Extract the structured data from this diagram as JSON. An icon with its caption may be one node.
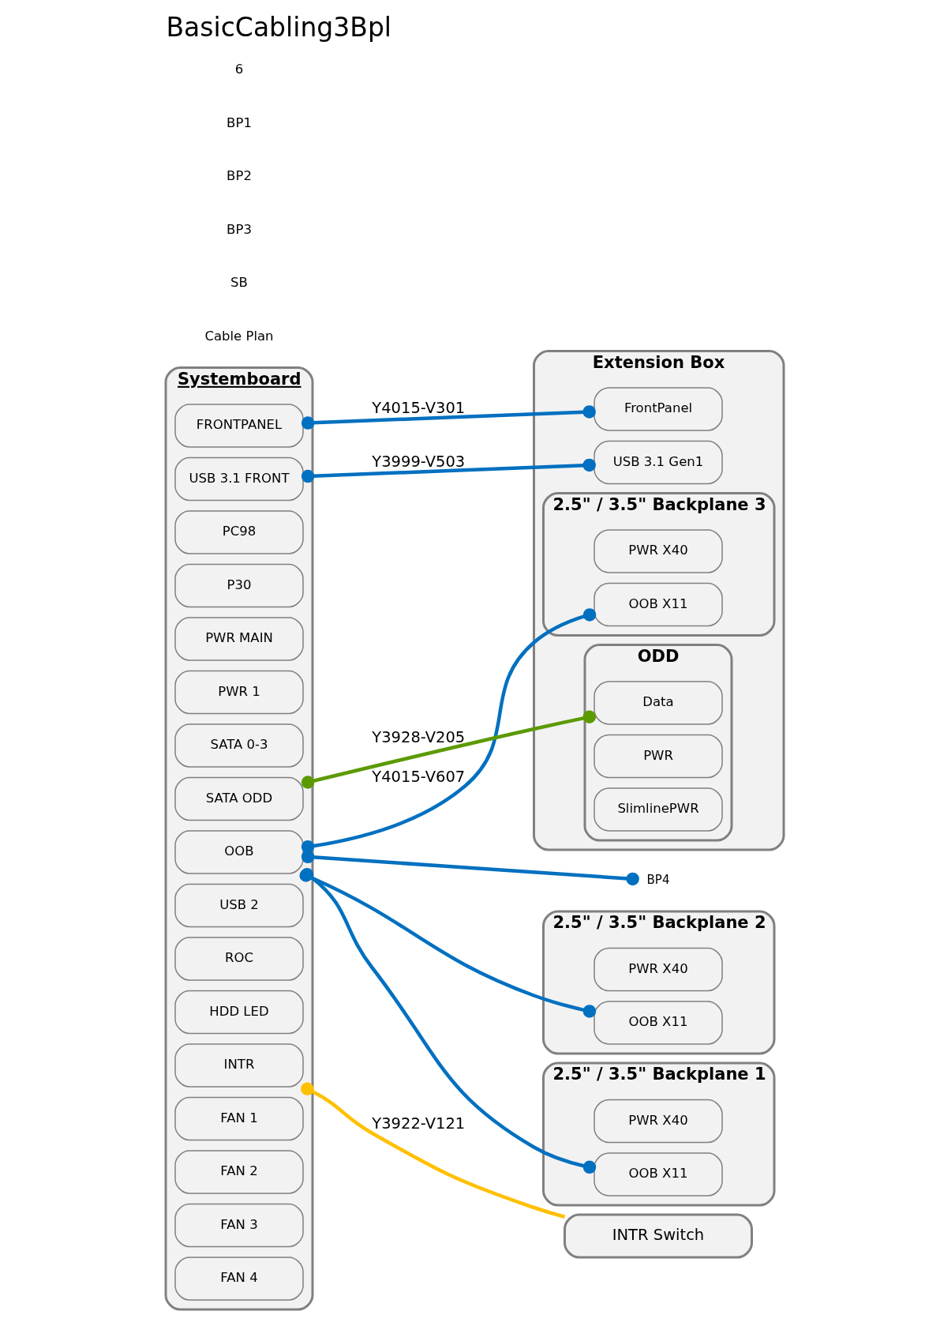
{
  "diagram": {
    "title": "BasicCabling3Bpl",
    "nodes": [
      {
        "text": [
          "Systemboard"
        ]
      },
      {
        "text": [
          "FRONTPANEL"
        ],
        "in": 0
      },
      {
        "text": [
          "USB 3.1 FRONT"
        ],
        "in": 0
      },
      {
        "text": [
          "PC98"
        ],
        "in": 0
      },
      {
        "text": [
          "P30"
        ],
        "in": 0
      },
      {
        "text": [
          "PWR MAIN"
        ],
        "in": 0
      },
      {
        "text": [
          "PWR 1"
        ],
        "in": 0
      },
      {
        "text": [
          "SATA 0-3"
        ],
        "in": 0
      },
      {
        "text": [
          "OOB"
        ],
        "in": 0
      },
      {
        "text": [
          "SATA ODD"
        ],
        "in": 0
      },
      {
        "text": [
          "USB 2"
        ],
        "in": 0
      },
      {
        "text": [
          "ROC"
        ],
        "in": 0
      },
      {
        "text": [
          "HDD LED"
        ],
        "in": 0
      },
      {
        "text": [
          "INTR"
        ],
        "in": 0
      },
      {
        "text": [
          "FAN 1"
        ],
        "in": 0
      },
      {
        "text": [
          "FAN 2"
        ],
        "in": 0
      },
      {
        "text": [
          "FAN 3"
        ],
        "in": 0
      },
      {
        "text": [
          "FAN 4"
        ],
        "in": 0
      },
      {
        "text": [
          "Extension Box"
        ]
      },
      {
        "text": [
          "FrontPanel"
        ],
        "in": 18
      },
      {
        "text": [
          "USB 3.1 Gen1"
        ],
        "in": 18
      },
      {
        "text": [
          "ODD"
        ],
        "in": 18
      },
      {
        "text": [
          "Data"
        ],
        "in": 21
      },
      {
        "text": [
          "PWR"
        ],
        "in": 21
      },
      {
        "text": [
          "SlimlinePWR"
        ],
        "in": 21
      },
      {
        "text": [
          "BP4"
        ]
      },
      {
        "text": [
          "2.5\" / 3.5\" Backplane 3"
        ],
        "in": 18
      },
      {
        "text": [
          "PWR X40"
        ],
        "in": 26
      },
      {
        "text": [
          "OOB X11"
        ],
        "in": 26
      },
      {
        "text": [
          "2.5\" / 3.5\" Backplane 2"
        ]
      },
      {
        "text": [
          "PWR X40"
        ],
        "in": 29
      },
      {
        "text": [
          "OOB X11"
        ],
        "in": 29
      },
      {
        "text": [
          "2.5\" / 3.5\" Backplane 1"
        ]
      },
      {
        "text": [
          "PWR X40"
        ],
        "in": 32
      },
      {
        "text": [
          "OOB X11"
        ],
        "in": 32
      },
      {
        "text": [
          "INTR Switch"
        ]
      }
    ],
    "edges": [
      {
        "from": 1,
        "to": 19,
        "arrow": "other",
        "label": "Y4015-V301"
      },
      {
        "from": 2,
        "to": 20,
        "arrow": "other",
        "label": "Y3999-V503"
      },
      {
        "from": 9,
        "to": 22,
        "arrow": "other",
        "label": "Y3928-V205",
        "color": "#5b9a00"
      },
      {
        "from": 8,
        "to": 25,
        "arrow": "other"
      },
      {
        "from": 8,
        "to": 28,
        "arrow": "other",
        "label": "Y4015-V607"
      },
      {
        "from": 8,
        "to": 31,
        "arrow": "other"
      },
      {
        "from": 8,
        "to": 34,
        "arrow": "other"
      },
      {
        "from": 13,
        "to": 35,
        "arrow": "other",
        "label": "Y3922-V121",
        "color": "#ffc000"
      }
    ],
    "labels": [
      "Cable Plan",
      "SB",
      "BP3",
      "BP2",
      "BP1",
      "6"
    ]
  }
}
